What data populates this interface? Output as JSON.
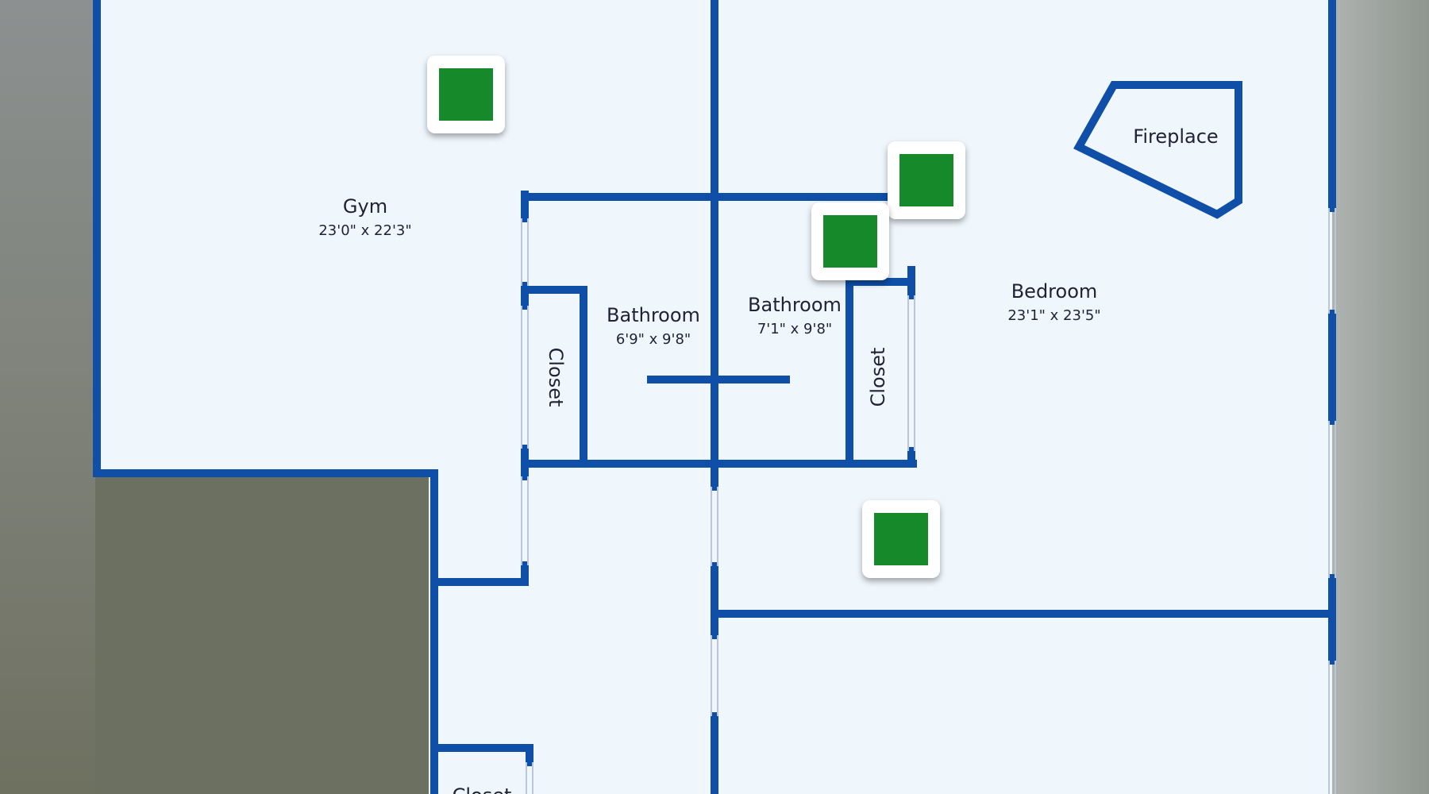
{
  "colors": {
    "wall": "#0f4fa8",
    "floor": "#eff7fd",
    "marker_fill": "#168a2a",
    "marker_bg": "#ffffff",
    "background_left": "#6f7364",
    "background_right": "#a5aaa5"
  },
  "rooms": {
    "gym": {
      "name": "Gym",
      "dims": "23'0\" x 22'3\""
    },
    "bathroom_left": {
      "name": "Bathroom",
      "dims": "6'9\" x 9'8\""
    },
    "bathroom_right": {
      "name": "Bathroom",
      "dims": "7'1\" x 9'8\""
    },
    "closet_left": {
      "name": "Closet"
    },
    "closet_right": {
      "name": "Closet"
    },
    "bedroom": {
      "name": "Bedroom",
      "dims": "23'1\" x 23'5\""
    },
    "fireplace": {
      "name": "Fireplace"
    },
    "closet_bottom": {
      "name": "Closet"
    }
  },
  "markers": [
    {
      "icon": "photo-marker-icon"
    },
    {
      "icon": "photo-marker-icon"
    },
    {
      "icon": "photo-marker-icon"
    },
    {
      "icon": "photo-marker-icon"
    }
  ]
}
